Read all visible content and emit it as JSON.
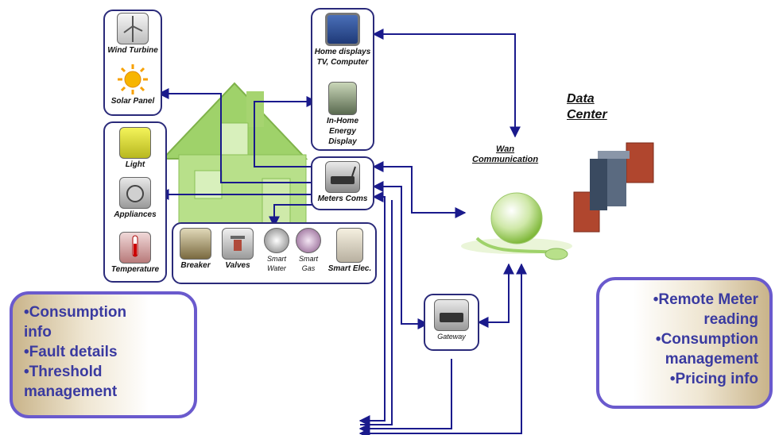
{
  "devices": {
    "wind_turbine": "Wind Turbine",
    "solar_panel": "Solar Panel",
    "home_displays_1": "Home displays",
    "home_displays_2": "TV, Computer",
    "inhome_1": "In-Home",
    "inhome_2": "Energy",
    "inhome_3": "Display",
    "light": "Light",
    "appliances": "Appliances",
    "temperature": "Temperature",
    "meters_coms": "Meters Coms",
    "breaker": "Breaker",
    "valves": "Valves",
    "smart_water_1": "Smart",
    "smart_water_2": "Water",
    "smart_gas_1": "Smart",
    "smart_gas_2": "Gas",
    "smart_elec": "Smart Elec.",
    "gateway": "Gateway"
  },
  "labels": {
    "data_center_1": "Data",
    "data_center_2": "Center",
    "wan_1": "Wan",
    "wan_2": "Communication"
  },
  "info_left": [
    "•Consumption",
    "info",
    "•Fault details",
    "•Threshold",
    "management"
  ],
  "info_right": [
    "•Remote Meter",
    "reading",
    "•Consumption",
    "management",
    "•Pricing info"
  ],
  "colors": {
    "wire": "#1a1a8c",
    "box_border": "#2a2a7a",
    "info_border": "#6a5acd",
    "info_text": "#3a3aa0",
    "house": "#9acd5a"
  }
}
